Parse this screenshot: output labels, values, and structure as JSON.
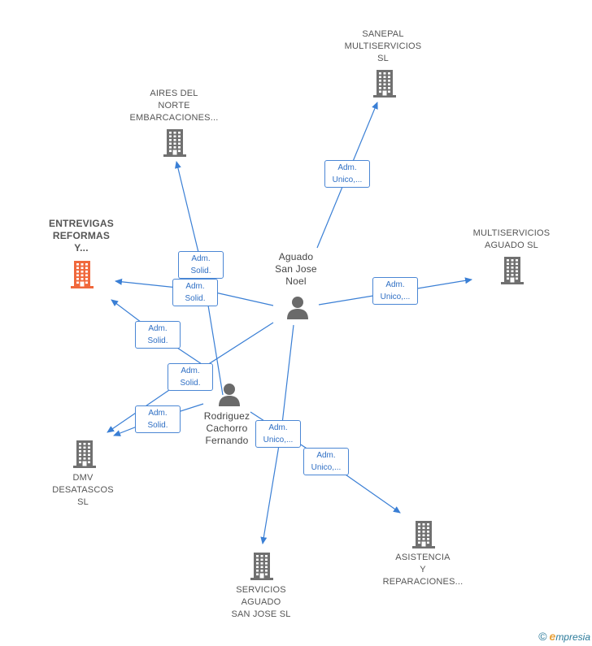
{
  "colors": {
    "edge": "#3a7fd5",
    "company": "#707070",
    "highlight": "#f0683c",
    "person": "#6a6a6a"
  },
  "companies": [
    {
      "id": "sanepal",
      "label": "SANEPAL\nMULTISERVICIOS\nSL",
      "icon": "building-icon",
      "highlight": false
    },
    {
      "id": "aires",
      "label": "AIRES DEL\nNORTE\nEMBARCACIONES...",
      "icon": "building-icon",
      "highlight": false
    },
    {
      "id": "entrevigas",
      "label": "ENTREVIGAS\nREFORMAS\nY...",
      "icon": "building-icon",
      "highlight": true
    },
    {
      "id": "multiaguado",
      "label": "MULTISERVICIOS\nAGUADO  SL",
      "icon": "building-icon",
      "highlight": false
    },
    {
      "id": "dmv",
      "label": "DMV\nDESATASCOS\nSL",
      "icon": "building-icon",
      "highlight": false
    },
    {
      "id": "servicios",
      "label": "SERVICIOS\nAGUADO\nSAN JOSE  SL",
      "icon": "building-icon",
      "highlight": false
    },
    {
      "id": "asistencia",
      "label": "ASISTENCIA\nY\nREPARACIONES...",
      "icon": "building-icon",
      "highlight": false
    }
  ],
  "persons": [
    {
      "id": "aguado",
      "label": "Aguado\nSan Jose\nNoel",
      "icon": "person-icon"
    },
    {
      "id": "rodriguez",
      "label": "Rodriguez\nCachorro\nFernando",
      "icon": "person-icon"
    }
  ],
  "edges": [
    {
      "from": "aguado",
      "to": "sanepal",
      "label": [
        "Adm.",
        "Unico,..."
      ]
    },
    {
      "from": "aguado",
      "to": "multiaguado",
      "label": [
        "Adm.",
        "Unico,..."
      ]
    },
    {
      "from": "aguado",
      "to": "entrevigas",
      "label": [
        "Adm.",
        "Solid."
      ]
    },
    {
      "from": "aguado",
      "to": "dmv",
      "label": [
        "Adm.",
        "Solid."
      ]
    },
    {
      "from": "aguado",
      "to": "servicios",
      "label": [
        "Adm.",
        "Unico,..."
      ]
    },
    {
      "from": "rodriguez",
      "to": "aires",
      "label": [
        "Adm.",
        "Solid."
      ]
    },
    {
      "from": "rodriguez",
      "to": "entrevigas",
      "label": [
        "Adm.",
        "Solid."
      ]
    },
    {
      "from": "rodriguez",
      "to": "dmv",
      "label": [
        "Adm.",
        "Solid."
      ]
    },
    {
      "from": "rodriguez",
      "to": "asistencia",
      "label": [
        "Adm.",
        "Unico,..."
      ]
    }
  ],
  "footer": {
    "copyright": "©",
    "brand_initial": "e",
    "brand_rest": "mpresia"
  }
}
